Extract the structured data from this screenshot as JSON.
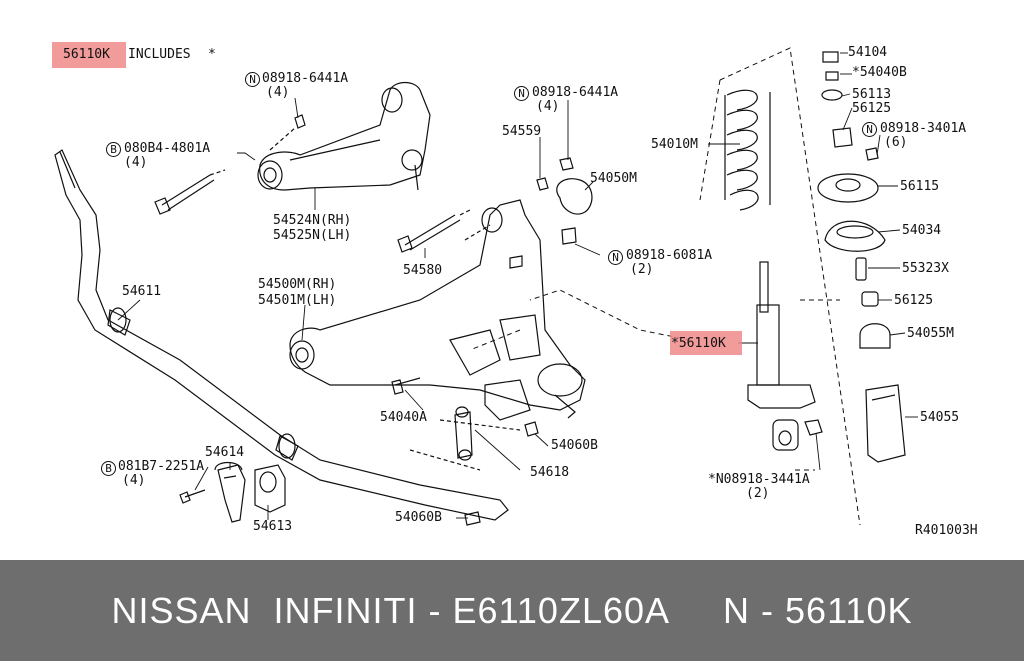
{
  "diagram": {
    "header_part": "56110K",
    "header_suffix": "INCLUDES",
    "header_mark": "*",
    "drawing_code": "R401003H",
    "callouts": {
      "c54104": "54104",
      "c54040B": "*54040B",
      "c56113": "56113",
      "c56125a": "56125",
      "c08918_3401A": "08918-3401A",
      "c08918_3401A_qty": "(6)",
      "c56115": "56115",
      "c54034": "54034",
      "c55323X": "55323X",
      "c56125b": "56125",
      "c54055M": "54055M",
      "c54055": "54055",
      "c54010M": "54010M",
      "c56110K_mid": "*56110K",
      "c08918_3441A_bot": "*N08918-3441A",
      "c08918_3441A_bot_qty": "(2)",
      "c08918_6441A_top": "08918-6441A",
      "c08918_6441A_top_qty": "(4)",
      "c08084_4801A": "080B4-4801A",
      "c08084_4801A_qty": "(4)",
      "c54524N": "54524N(RH)",
      "c54525N": "54525N(LH)",
      "c08918_6441A_mid": "08918-6441A",
      "c08918_6441A_mid_qty": "(4)",
      "c54559": "54559",
      "c54050M": "54050M",
      "c08918_6081A": "08918-6081A",
      "c08918_6081A_qty": "(2)",
      "c54580": "54580",
      "c54611": "54611",
      "c54500M": "54500M(RH)",
      "c54501M": "54501M(LH)",
      "c54040A": "54040A",
      "c54060B_a": "54060B",
      "c54618": "54618",
      "c54614": "54614",
      "c081B7_2251A": "081B7-2251A",
      "c081B7_2251A_qty": "(4)",
      "c54613": "54613",
      "c54060B_b": "54060B"
    }
  },
  "footer": {
    "text": "NISSAN  INFINITI - E6110ZL60A     N - 56110K"
  }
}
